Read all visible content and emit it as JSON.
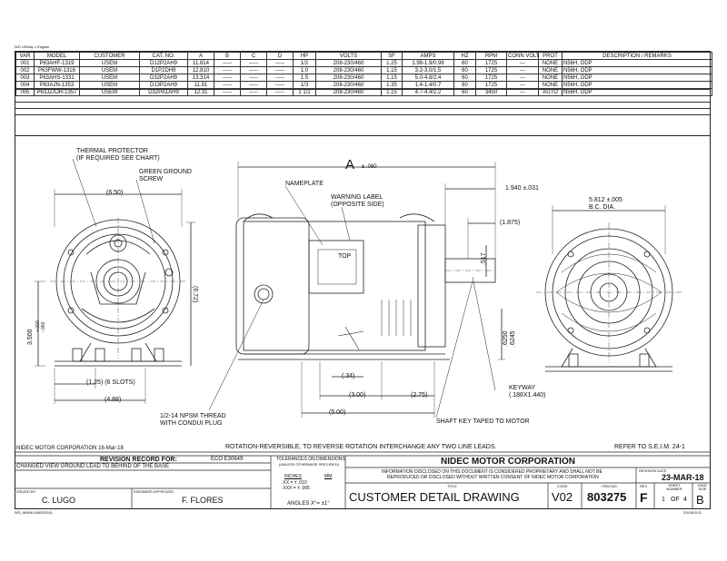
{
  "sheet": {
    "top_note": "WD USItaly 1 English",
    "columns": [
      "VAR",
      "MODEL",
      "CUSTOMER",
      "CAT. NO.",
      "A",
      "B",
      "C",
      "D",
      "HP",
      "VOLTS",
      "SF",
      "AMPS",
      "HZ",
      "RPM",
      "CONN VOLTS",
      "PROT",
      "DESCRIPTION / REMARKS"
    ],
    "rows": [
      [
        "001",
        "P63AHF-1319",
        "USEM",
        "D12P2AH9",
        "11.814",
        "-----",
        "-----",
        "-----",
        "1/2",
        "208-230/460",
        "1.25",
        "1.98-1.9/0.98",
        "60",
        "1725",
        "---",
        "NONE",
        "N56H, ODP"
      ],
      [
        "002",
        "P63FWW-1316",
        "USEM",
        "D1P2DH9",
        "12.810",
        "-----",
        "-----",
        "-----",
        "1.0",
        "208-230/460",
        "1.15",
        "3.2-3.0/1.5",
        "60",
        "1725",
        "---",
        "NONE",
        "N56H, ODP"
      ],
      [
        "003",
        "P63AHS-1331",
        "USEM",
        "D32P2AH9",
        "13.314",
        "-----",
        "-----",
        "-----",
        "1.5",
        "208-230/460",
        "1.15",
        "5.0-4.8/2.4",
        "60",
        "1725",
        "---",
        "NONE",
        "N56H, ODP"
      ],
      [
        "004",
        "P63AJN-1353",
        "USEM",
        "D13P2AH9",
        "11.81",
        "-----",
        "-----",
        "-----",
        "1/3",
        "208-230/460",
        "1.35",
        "1.4-1.4/0.7",
        "60",
        "1725",
        "---",
        "NONE",
        "N56H, ODP"
      ],
      [
        "005",
        "P63JZAJR-1357",
        "USEM",
        "D32PA1AH9",
        "12.31",
        "-----",
        "-----",
        "-----",
        "1 1/2",
        "208-230/460",
        "1.15",
        "4.7-4.4/2.2",
        "60",
        "3450",
        "---",
        "AUTO",
        "N56H, ODP"
      ]
    ]
  },
  "drawing": {
    "thermal_protector": "THERMAL PROTECTOR",
    "thermal_protector_2": "(IF REQUIRED SEE CHART)",
    "green_ground": "GREEN GROUND",
    "green_ground_2": "SCREW",
    "dim_650": "(6.50)",
    "dim_672": "(6.72)",
    "dim_3500": "3.500",
    "dim_3500_tol_top": "+.000",
    "dim_3500_tol_bot": "-.060",
    "dim_125": "(1.25)  (6 SLOTS)",
    "dim_488": "(4.88)",
    "npsm_1": "1/2-14 NPSM THREAD",
    "npsm_2": "WITH CONDUI PLUG",
    "dim_a": "A",
    "dim_a_tol": "± .060",
    "nameplate": "NAMEPLATE",
    "warning_1": "WARNING LABEL",
    "warning_2": "(OPPOSITE SIDE)",
    "top": "TOP",
    "dim_1940": "1.940 ±.031",
    "dim_1875": "(1.875)",
    "dim_517": ".517",
    "dim_6250": ".6250",
    "dim_6245": ".6245",
    "dim_34": "(.34)",
    "dim_300": "(3.00)",
    "dim_275": "(2.75)",
    "dim_500": "(5.00)",
    "keyway_1": "KEYWAY",
    "keyway_2": "(.188X1.440)",
    "shaft_key": "SHAFT KEY TAPED TO MOTOR",
    "bc_1": "5.812 ±.005",
    "bc_2": "B.C. DIA."
  },
  "footer": {
    "corp_note": "NIDEC MOTOR CORPORATION 16-Mar-18",
    "rotation": "ROTATION-REVERSIBLE, TO REVERSE ROTATION INTERCHANGE ANY TWO LINE LEADS.",
    "refer": "REFER TO S.E.I.M. 24-1"
  },
  "title_block": {
    "revision_record": "REVISION RECORD FOR:",
    "eco": "ECO E30649",
    "change_note": "CHANGED VIEW GROUND LEAD TO BEHIND OF THE BASE",
    "issued_by_label": "ISSUED BY",
    "issued_by": "C. LUGO",
    "engineer_label": "ENGINEER APPROVED",
    "engineer": "F. FLORES",
    "tol_1": "TOLERANCES ON DIMENSIONS",
    "tol_2": "(UNLESS OTHERWISE SPECIFIED)",
    "inches": "INCHES",
    "mm": "MM",
    "xx": ".XX = ± .010",
    "xxx": ".XXX = ± .005",
    "angles": "ANGLES  X°= ±1°",
    "company": "NIDEC MOTOR CORPORATION",
    "info_1": "INFORMATION DISCLOSED ON THIS DOCUMENT IS CONSIDERED PROPRIETARY AND SHALL NOT BE",
    "info_2": "REPRODUCED OR DISCLOSED WITHOUT WRITTEN CONSENT OF NIDEC MOTOR CORPORATION",
    "title_label": "TITLE",
    "title": "CUSTOMER  DETAIL  DRAWING",
    "code_label": "CODE",
    "code": "V02",
    "item_label": "ITEM NO.",
    "item": "803275",
    "rev_label": "REV",
    "rev": "F",
    "revdate_label": "REVISION DATE",
    "revdate": "23-MAR-18",
    "sheet_label": "SHEET NUMBER",
    "sheet_1": "1",
    "sheet_of": "OF",
    "sheet_2": "4",
    "dwg_label": "DWG SIZE",
    "dwg": "B",
    "bottom_left": "WD_MM08 (MAR2016)",
    "bottom_right": "20L0615-D"
  }
}
